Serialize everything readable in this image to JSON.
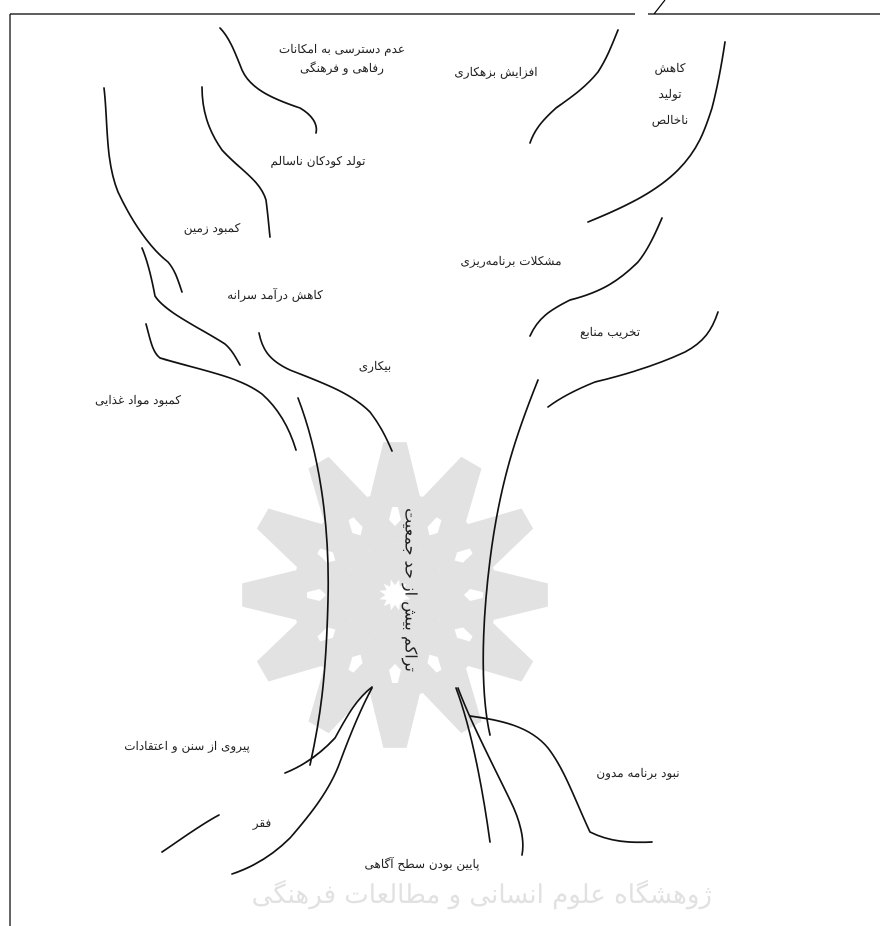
{
  "diagram": {
    "trunk": "تراکم بیش از حد جمعیت",
    "branch_labels": {
      "no_access_welfare_line1": "عدم دسترسی به امکانات",
      "no_access_welfare_line2": "رفاهی و فرهنگی",
      "crime_increase": "افزایش بزهکاری",
      "gross_production_line1": "کاهش",
      "gross_production_line2": "تولید",
      "gross_production_line3": "ناخالص",
      "unhealthy_births": "تولد کودکان ناسالم",
      "land_shortage": "کمبود زمین",
      "planning_problems": "مشکلات برنامه‌ریزی",
      "per_capita_income": "کاهش درآمد سرانه",
      "resource_destruction": "تخریب منابع",
      "unemployment": "بیکاری",
      "food_shortage": "کمبود مواد غذایی"
    },
    "root_labels": {
      "traditions": "پیروی از سنن و اعتقادات",
      "no_plan": "نبود برنامه مدون",
      "poverty": "فقر",
      "low_awareness": "پایین بودن سطح آگاهی"
    }
  },
  "watermark": {
    "text": "ژوهشگاه علوم انسانی و مطالعات فرهنگی",
    "color": "#c9c9c9",
    "emblem": "rosette-emblem"
  },
  "style": {
    "line_color": "#111111",
    "frame_color": "#000000"
  }
}
